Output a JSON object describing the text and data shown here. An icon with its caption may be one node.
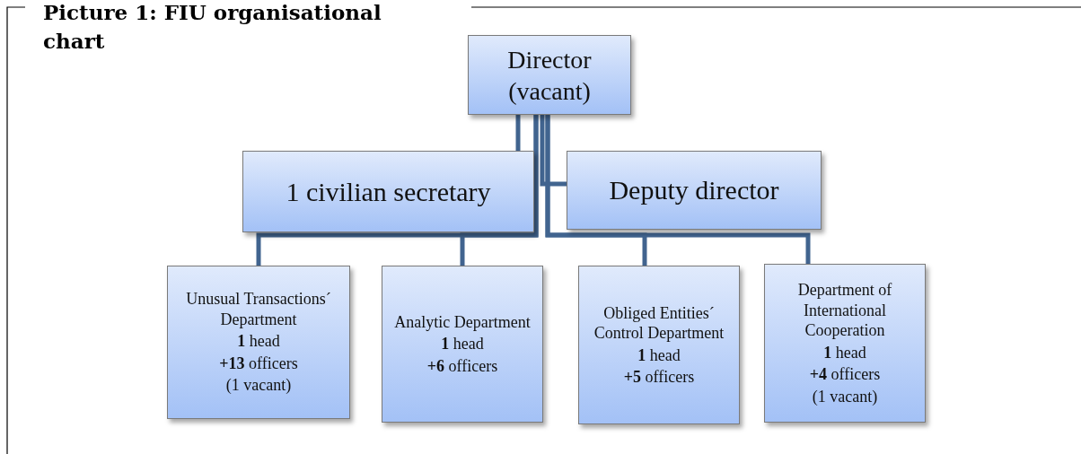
{
  "diagram": {
    "title": "Picture 1: FIU organisational chart",
    "nodes": [
      {
        "text": [
          "Director (vacant)"
        ]
      },
      {
        "text": [
          "1 civilian secretary"
        ]
      },
      {
        "text": [
          "Deputy director"
        ]
      },
      {
        "text": [
          "Unusual Transactions´ Department",
          "**1** head",
          "**+13** officers",
          "(1 vacant)"
        ]
      },
      {
        "text": [
          "Analytic Department",
          "**1** head",
          "**+6** officers"
        ]
      },
      {
        "text": [
          "Obliged Entities´ Control Department",
          "**1** head",
          "**+5** officers"
        ]
      },
      {
        "text": [
          "Department of International Cooperation",
          "**1** head",
          "**+4** officers",
          "(1 vacant)"
        ]
      }
    ],
    "edges": [
      {
        "from": 0,
        "to": 1,
        "arrow": "none"
      },
      {
        "from": 0,
        "to": 2,
        "arrow": "none"
      },
      {
        "from": 0,
        "to": 3,
        "arrow": "none"
      },
      {
        "from": 0,
        "to": 4,
        "arrow": "none"
      },
      {
        "from": 0,
        "to": 5,
        "arrow": "none"
      },
      {
        "from": 0,
        "to": 6,
        "arrow": "none"
      }
    ]
  }
}
